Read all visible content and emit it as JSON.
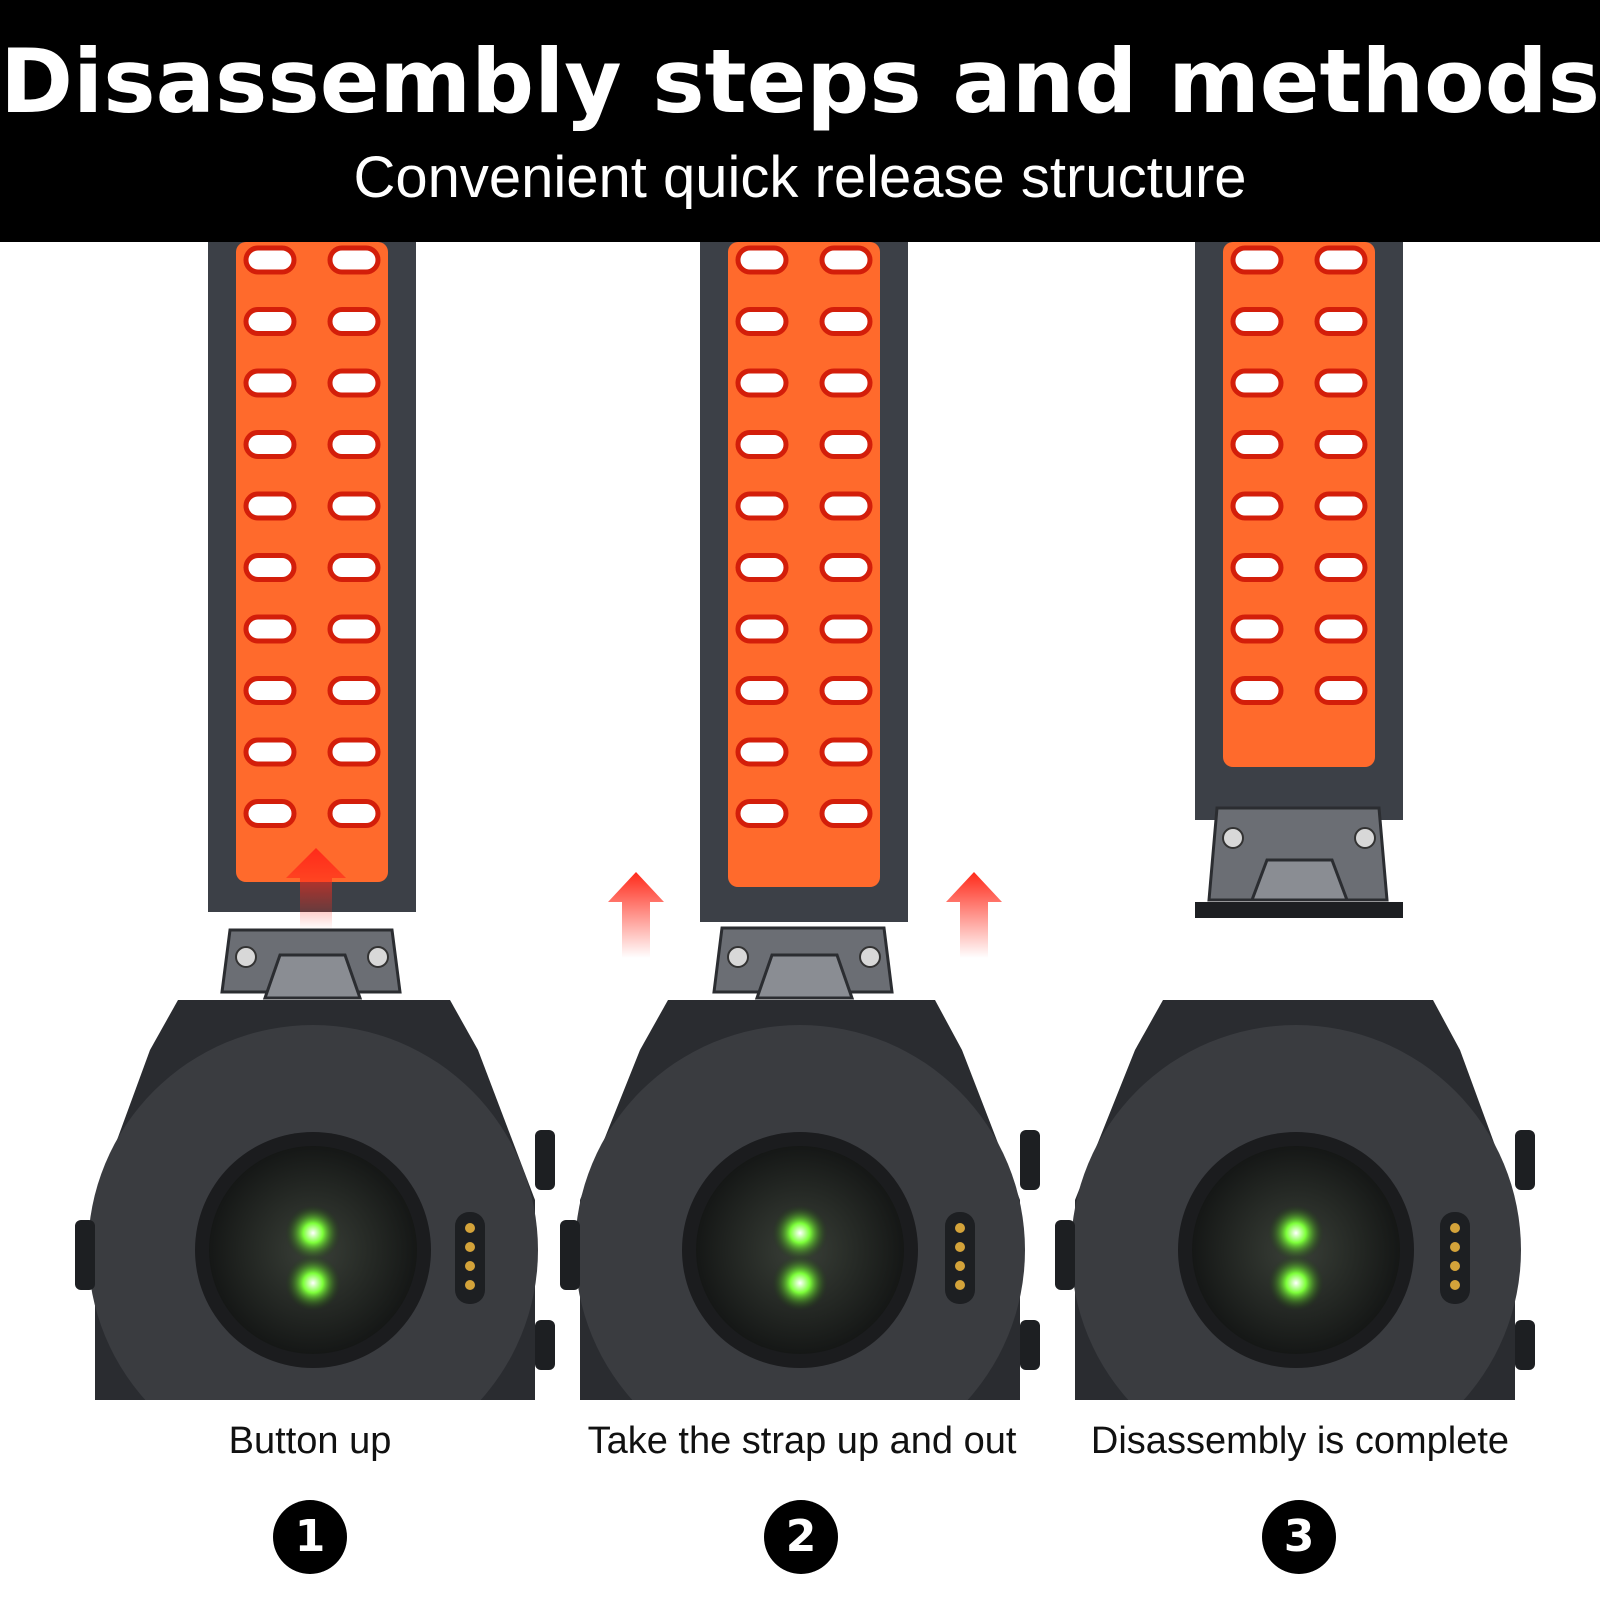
{
  "header": {
    "title": "Disassembly steps and methods",
    "subtitle": "Convenient quick release structure"
  },
  "steps": [
    {
      "number": "1",
      "caption": "Button up"
    },
    {
      "number": "2",
      "caption": "Take the strap up and out"
    },
    {
      "number": "3",
      "caption": "Disassembly is complete"
    }
  ],
  "colors": {
    "strap_inner": "#ff6a2c",
    "strap_frame": "#3c4047",
    "hole_outline": "#d31e0a",
    "watch_body": "#3a3c40",
    "sensor_glow": "#6cff3a",
    "arrow": "#ff2a1a"
  }
}
